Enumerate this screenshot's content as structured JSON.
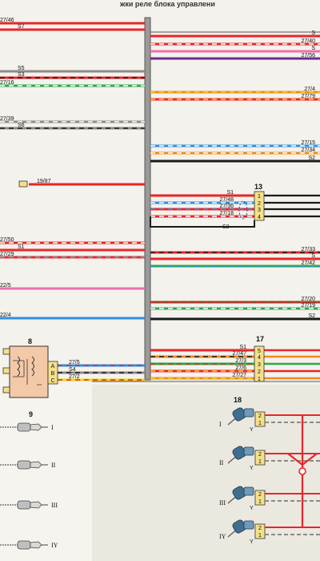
{
  "colors": {
    "red": "#e8262a",
    "black": "#1a1a1a",
    "blue": "#2f8fe0",
    "green": "#2aa84a",
    "yellow": "#f2d21b",
    "grey": "#8a8a8a",
    "pink": "#ee6fb0",
    "orange": "#f08a1e",
    "violet": "#6a2c8c",
    "brown": "#8a4b20",
    "white": "#ffffff",
    "cyan": "#35b8d8",
    "connector": "#f3e08a",
    "relay": "#f4c9a8"
  },
  "left_wires": [
    {
      "label": "27/46",
      "stripes": [
        "red"
      ]
    },
    {
      "label": "S7",
      "stripes": [
        "red"
      ]
    },
    {
      "label": "S5",
      "stripes": [
        "grey"
      ]
    },
    {
      "label": "S3",
      "stripes": [
        "red",
        "black"
      ]
    },
    {
      "label": "27/16",
      "stripes": [
        "green",
        "white"
      ]
    },
    {
      "label": "27/39",
      "stripes": [
        "grey",
        "white"
      ]
    },
    {
      "label": "S6",
      "stripes": [
        "grey",
        "black"
      ]
    },
    {
      "label": "19/87",
      "stripes": [
        "red"
      ]
    },
    {
      "label": "27/50",
      "stripes": [
        "red",
        "white"
      ]
    },
    {
      "label": "S1",
      "stripes": [
        "red"
      ]
    },
    {
      "label": "27/29",
      "stripes": [
        "red",
        "cyan"
      ]
    },
    {
      "label": "22/5",
      "stripes": [
        "pink"
      ]
    },
    {
      "label": "22/4",
      "stripes": [
        "blue"
      ]
    }
  ],
  "right_wires": [
    {
      "label": "S",
      "stripes": [
        "red"
      ]
    },
    {
      "label": "27/40",
      "stripes": [
        "red",
        "white"
      ]
    },
    {
      "label": "S",
      "stripes": [
        "pink"
      ]
    },
    {
      "label": "27/56",
      "stripes": [
        "violet"
      ]
    },
    {
      "label": "27/4",
      "stripes": [
        "orange",
        "yellow"
      ]
    },
    {
      "label": "27/79",
      "stripes": [
        "red",
        "yellow"
      ]
    },
    {
      "label": "27/15",
      "stripes": [
        "blue",
        "white"
      ]
    },
    {
      "label": "27/34",
      "stripes": [
        "orange",
        "white"
      ]
    },
    {
      "label": "S2",
      "stripes": [
        "black"
      ]
    },
    {
      "label": "27/33",
      "stripes": [
        "red",
        "black"
      ]
    },
    {
      "label": "S",
      "stripes": [
        "red"
      ]
    },
    {
      "label": "27/42",
      "stripes": [
        "green",
        "blue"
      ]
    },
    {
      "label": "27/20",
      "stripes": [
        "brown",
        "red"
      ]
    },
    {
      "label": "27/19",
      "stripes": [
        "green",
        "white"
      ]
    },
    {
      "label": "S2",
      "stripes": [
        "black"
      ]
    }
  ],
  "connector13": {
    "number": "13",
    "pins": [
      "1",
      "2",
      "3",
      "4"
    ],
    "wires": [
      {
        "label": "S1",
        "stripes": [
          "red"
        ]
      },
      {
        "label": "27/48",
        "stripes": [
          "blue",
          "white"
        ]
      },
      {
        "label": "27/36",
        "stripes": [
          "red",
          "blue"
        ]
      },
      {
        "label": "27/18",
        "stripes": [
          "red",
          "white"
        ]
      }
    ],
    "ground_label": "S2"
  },
  "connector17": {
    "number": "17",
    "pins": [
      "5",
      "4",
      "3",
      "2",
      "1"
    ],
    "wires": [
      {
        "label": "S1",
        "stripes": [
          "red"
        ]
      },
      {
        "label": "27/47",
        "stripes": [
          "orange",
          "black"
        ]
      },
      {
        "label": "27/3",
        "stripes": [
          "green",
          "red"
        ]
      },
      {
        "label": "27/6",
        "stripes": [
          "red",
          "yellow"
        ]
      },
      {
        "label": "27/27",
        "stripes": [
          "orange",
          "yellow"
        ]
      }
    ]
  },
  "relay8": {
    "number": "8",
    "pins": [
      "A",
      "B",
      "C"
    ],
    "wires": [
      {
        "label": "27/5",
        "stripes": [
          "blue",
          "red"
        ]
      },
      {
        "label": "S4",
        "stripes": [
          "grey",
          "black"
        ]
      },
      {
        "label": "27/2",
        "stripes": [
          "yellow",
          "red"
        ]
      }
    ]
  },
  "sensors9": {
    "number": "9",
    "labels": [
      "I",
      "II",
      "III",
      "IY"
    ]
  },
  "injectors18": {
    "number": "18",
    "labels": [
      "I",
      "II",
      "III",
      "IY"
    ],
    "pins": [
      [
        "2",
        "1"
      ],
      [
        "2",
        "1"
      ],
      [
        "2",
        "1"
      ],
      [
        "2",
        "1"
      ]
    ]
  },
  "header_text": "жки реле блока управлени"
}
